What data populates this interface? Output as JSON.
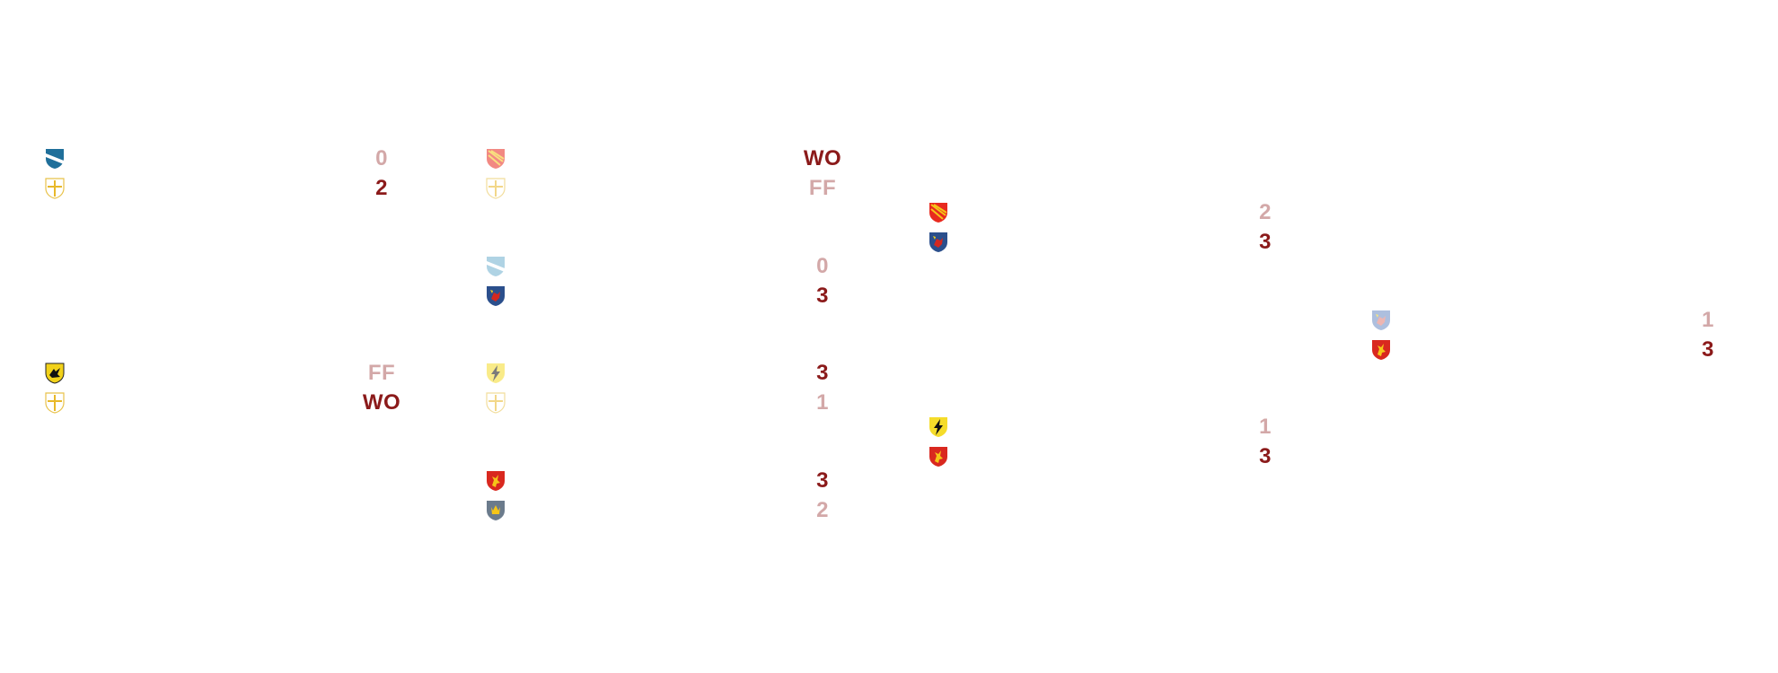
{
  "bracket": {
    "rounds": [
      {
        "matches": [
          {
            "teams": [
              {
                "crest": "blue-white-diagonal-crest-icon",
                "score": "0",
                "winner": false
              },
              {
                "crest": "gold-cross-crest-icon",
                "score": "2",
                "winner": true
              }
            ]
          },
          {
            "teams": [
              {
                "crest": "yellow-black-bird-crest-icon",
                "score": "FF",
                "winner": false
              },
              {
                "crest": "gold-cross-crest-icon",
                "score": "WO",
                "winner": true
              }
            ]
          }
        ]
      },
      {
        "matches": [
          {
            "teams": [
              {
                "crest": "red-stripes-crest-icon",
                "score": "WO",
                "winner": true
              },
              {
                "crest": "gold-cross-crest-icon",
                "score": "FF",
                "winner": false
              }
            ]
          },
          {
            "teams": [
              {
                "crest": "blue-white-diagonal-crest-icon",
                "score": "0",
                "winner": false
              },
              {
                "crest": "blue-red-animal-crest-icon",
                "score": "3",
                "winner": true
              }
            ]
          },
          {
            "teams": [
              {
                "crest": "yellow-lightning-crest-icon",
                "score": "3",
                "winner": true
              },
              {
                "crest": "gold-cross-crest-icon",
                "score": "1",
                "winner": false
              }
            ]
          },
          {
            "teams": [
              {
                "crest": "red-lion-crest-icon",
                "score": "3",
                "winner": true
              },
              {
                "crest": "grey-crown-crest-icon",
                "score": "2",
                "winner": false
              }
            ]
          }
        ]
      },
      {
        "matches": [
          {
            "teams": [
              {
                "crest": "red-stripes-crest-icon",
                "score": "2",
                "winner": false
              },
              {
                "crest": "blue-red-animal-crest-icon",
                "score": "3",
                "winner": true
              }
            ]
          },
          {
            "teams": [
              {
                "crest": "yellow-lightning-crest-icon",
                "score": "1",
                "winner": false
              },
              {
                "crest": "red-lion-crest-icon",
                "score": "3",
                "winner": true
              }
            ]
          }
        ]
      },
      {
        "matches": [
          {
            "teams": [
              {
                "crest": "blue-red-animal-crest-icon",
                "score": "1",
                "winner": false
              },
              {
                "crest": "red-lion-crest-icon",
                "score": "3",
                "winner": true
              }
            ]
          }
        ]
      }
    ]
  },
  "colors": {
    "winner_score": "#8b1a1a",
    "loser_score": "#d3a8a8"
  }
}
